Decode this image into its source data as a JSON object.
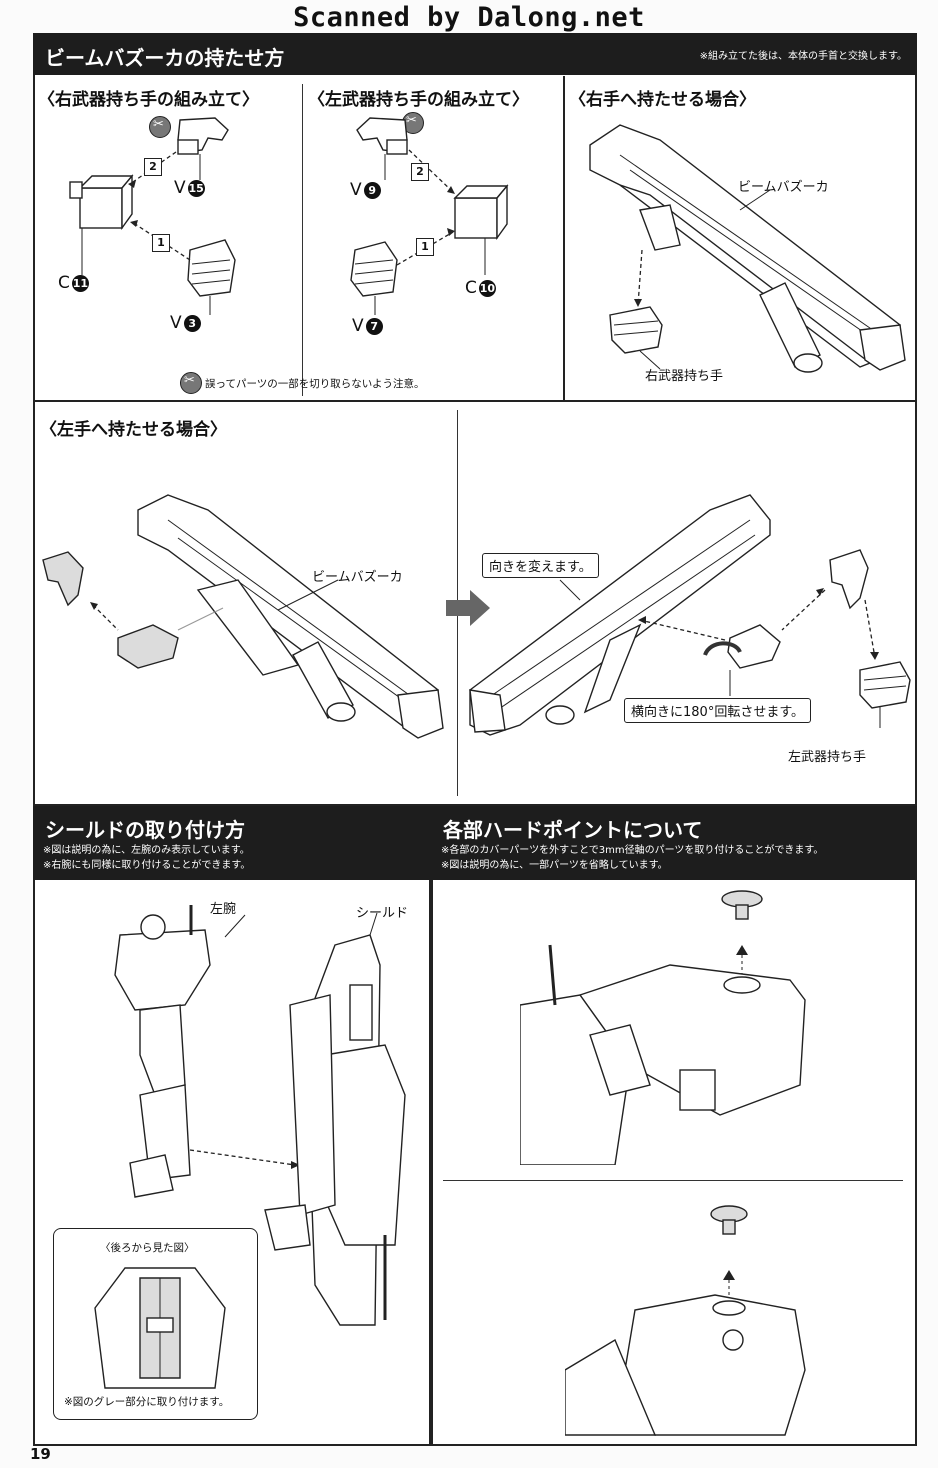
{
  "watermark": "Scanned by Dalong.net",
  "page_number": "19",
  "beam": {
    "title": "ビームバズーカの持たせ方",
    "note": "※組み立てた後は、本体の手首と交換します。",
    "right_assembly": {
      "heading": "〈右武器持ち手の組み立て〉",
      "parts": {
        "c": "C",
        "c_num": "11",
        "v_top": "V",
        "v_top_num": "15",
        "v_bottom": "V",
        "v_bottom_num": "3"
      },
      "steps": [
        "2",
        "1"
      ]
    },
    "left_assembly": {
      "heading": "〈左武器持ち手の組み立て〉",
      "parts": {
        "c": "C",
        "c_num": "10",
        "v_top": "V",
        "v_top_num": "9",
        "v_bottom": "V",
        "v_bottom_num": "7"
      },
      "steps": [
        "2",
        "1"
      ]
    },
    "cut_caution": "誤ってパーツの一部を切り取らないよう注意。",
    "right_hand": {
      "heading": "〈右手へ持たせる場合〉",
      "weapon_label": "ビームバズーカ",
      "hand_label": "右武器持ち手"
    },
    "left_hand": {
      "heading": "〈左手へ持たせる場合〉",
      "weapon_label": "ビームバズーカ",
      "orient_callout": "向きを変えます。",
      "rotate_callout": "横向きに180°回転させます。",
      "hand_label": "左武器持ち手"
    }
  },
  "shield": {
    "title": "シールドの取り付け方",
    "notes": [
      "※図は説明の為に、左腕のみ表示しています。",
      "※右腕にも同様に取り付けることができます。"
    ],
    "arm_label": "左腕",
    "shield_label": "シールド",
    "rear_view_title": "〈後ろから見た図〉",
    "rear_view_note": "※図のグレー部分に取り付けます。"
  },
  "hardpoint": {
    "title": "各部ハードポイントについて",
    "notes": [
      "※各部のカバーパーツを外すことで3mm径軸のパーツを取り付けることができます。",
      "※図は説明の為に、一部パーツを省略しています。"
    ]
  }
}
